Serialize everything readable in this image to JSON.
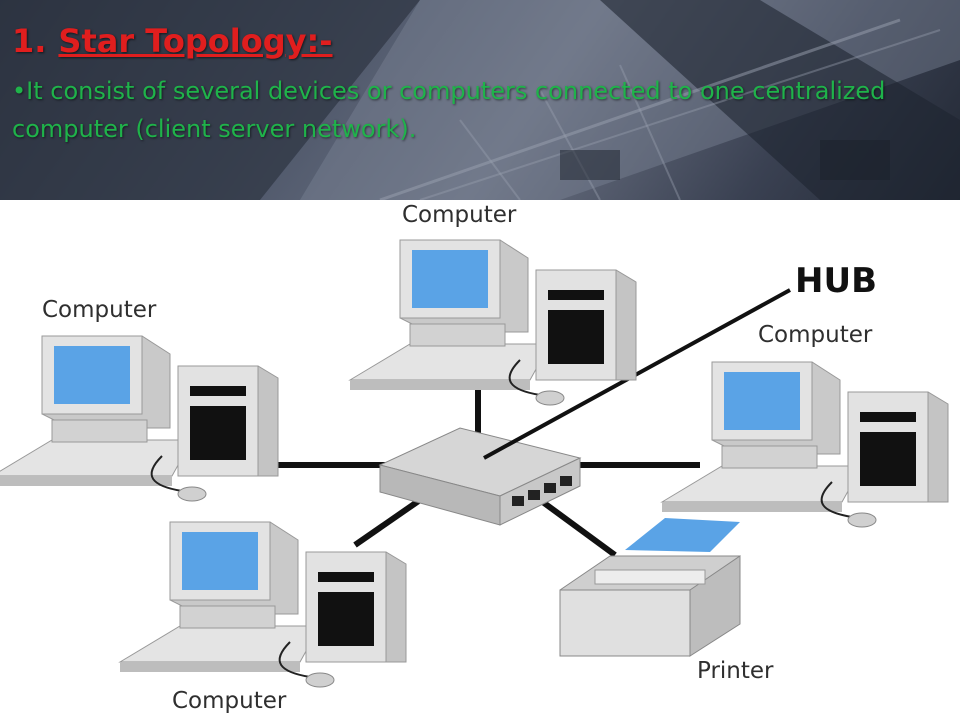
{
  "slide": {
    "number": "1.",
    "title": "Star Topology:-",
    "bullet": "•It consist of several devices or computers connected to one centralized computer (client server network)."
  },
  "diagram": {
    "hub_label": "HUB",
    "nodes": [
      {
        "label": "Computer",
        "icon": "computer-icon"
      },
      {
        "label": "Computer",
        "icon": "computer-icon"
      },
      {
        "label": "Computer",
        "icon": "computer-icon"
      },
      {
        "label": "Computer",
        "icon": "computer-icon"
      },
      {
        "label": "Printer",
        "icon": "printer-icon"
      }
    ],
    "colors": {
      "screen": "#5aa3e6",
      "device": "#d8d8d8",
      "cable": "#111111",
      "title": "#e01e1e",
      "bullet": "#1fb34a"
    }
  }
}
